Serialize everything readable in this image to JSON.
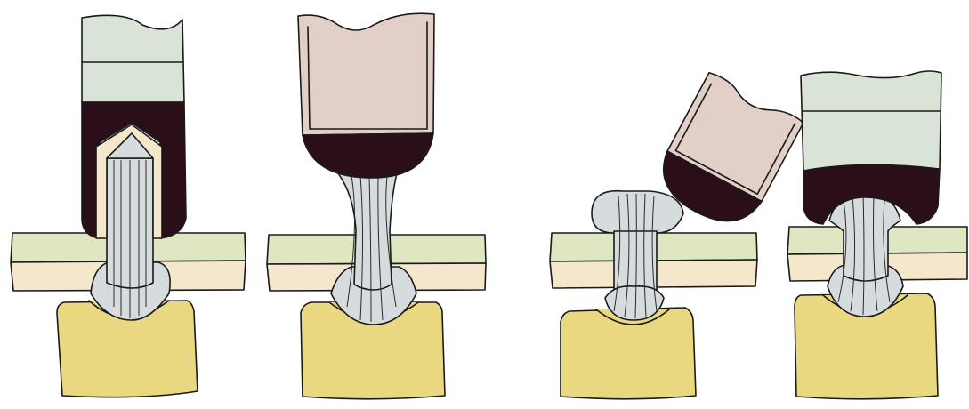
{
  "figure": {
    "panel_count": 4,
    "panels": [
      {
        "id": "panel-1",
        "tool": "flat-punch",
        "rivet_state": "inserted"
      },
      {
        "id": "panel-2",
        "tool": "cup-set",
        "rivet_state": "cup-set"
      },
      {
        "id": "panel-3",
        "tool": "cup-set-tilted",
        "rivet_state": "head-formed"
      },
      {
        "id": "panel-4",
        "tool": "cup-set",
        "rivet_state": "upset-domed"
      }
    ]
  },
  "colors": {
    "outline": "#1a1a1a",
    "tool_dark": "#2a0f18",
    "tool_grey": "#d9e3d6",
    "tool_pink": "#e2cfc8",
    "plate_green": "#dfe7c2",
    "plate_cream": "#f4e7cc",
    "rivet": "#d6dcdd",
    "anvil": "#e9d87f",
    "background": "#ffffff"
  }
}
